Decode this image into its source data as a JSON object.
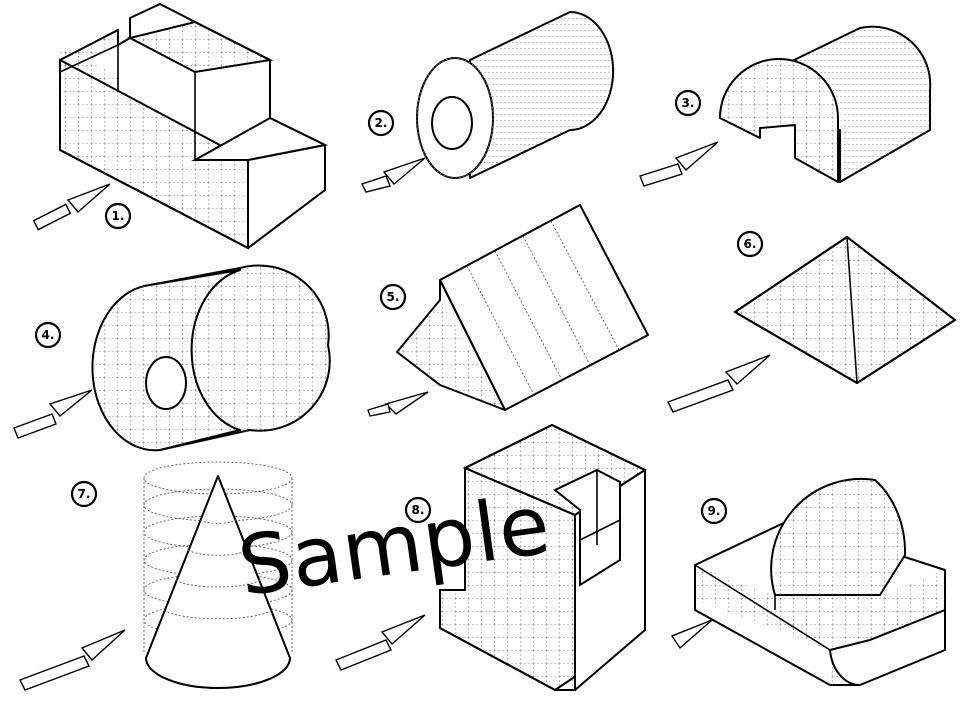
{
  "figures": [
    {
      "label": "1."
    },
    {
      "label": "2."
    },
    {
      "label": "3."
    },
    {
      "label": "4."
    },
    {
      "label": "5."
    },
    {
      "label": "6."
    },
    {
      "label": "7."
    },
    {
      "label": "8."
    },
    {
      "label": "9."
    }
  ],
  "watermark": "Sample"
}
